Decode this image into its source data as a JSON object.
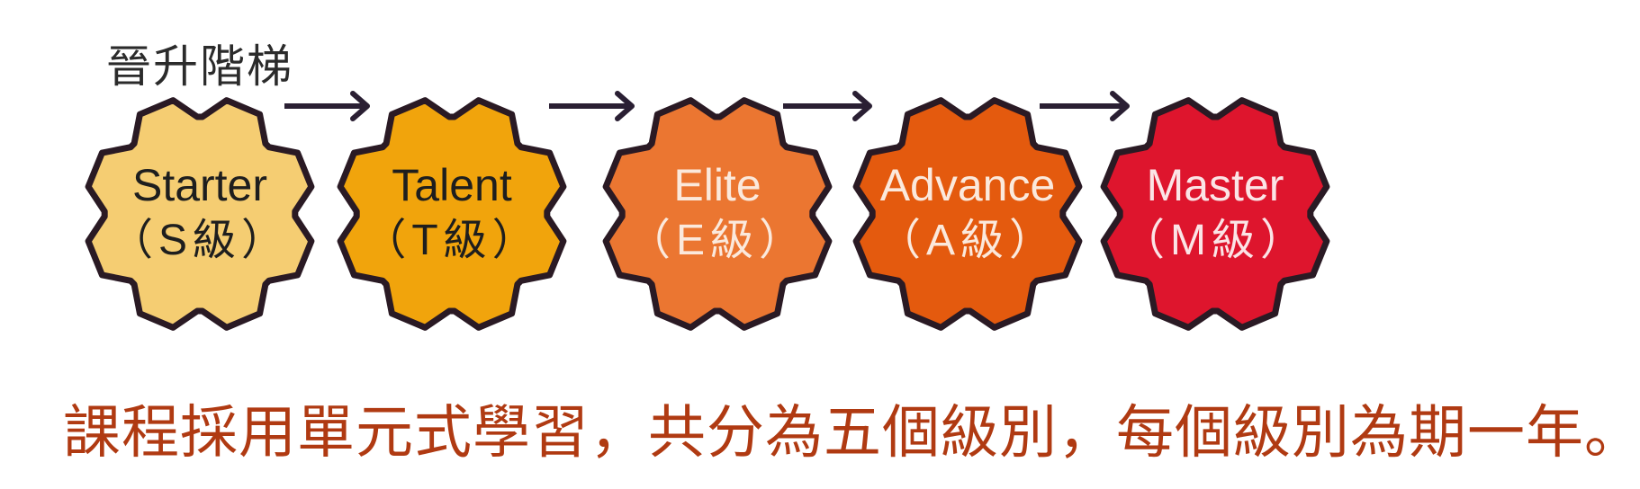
{
  "title": "晉升階梯",
  "levels": [
    {
      "name": "Starter",
      "grade": "（S級）",
      "fill": "#f5cd72",
      "text_color": "#1e1e1e"
    },
    {
      "name": "Talent",
      "grade": "（T級）",
      "fill": "#f1a40c",
      "text_color": "#1e1e1e"
    },
    {
      "name": "Elite",
      "grade": "（E級）",
      "fill": "#eb7631",
      "text_color": "#fbe9dc"
    },
    {
      "name": "Advance",
      "grade": "（A級）",
      "fill": "#e45a0e",
      "text_color": "#fbe9dc"
    },
    {
      "name": "Master",
      "grade": "（M級）",
      "fill": "#de152d",
      "text_color": "#fbe4e6"
    }
  ],
  "caption": "課程採用單元式學習，共分為五個級別，每個級別為期一年。",
  "colors": {
    "outline": "#2a1a24",
    "arrow": "#2a1f33",
    "caption": "#b03a12"
  }
}
